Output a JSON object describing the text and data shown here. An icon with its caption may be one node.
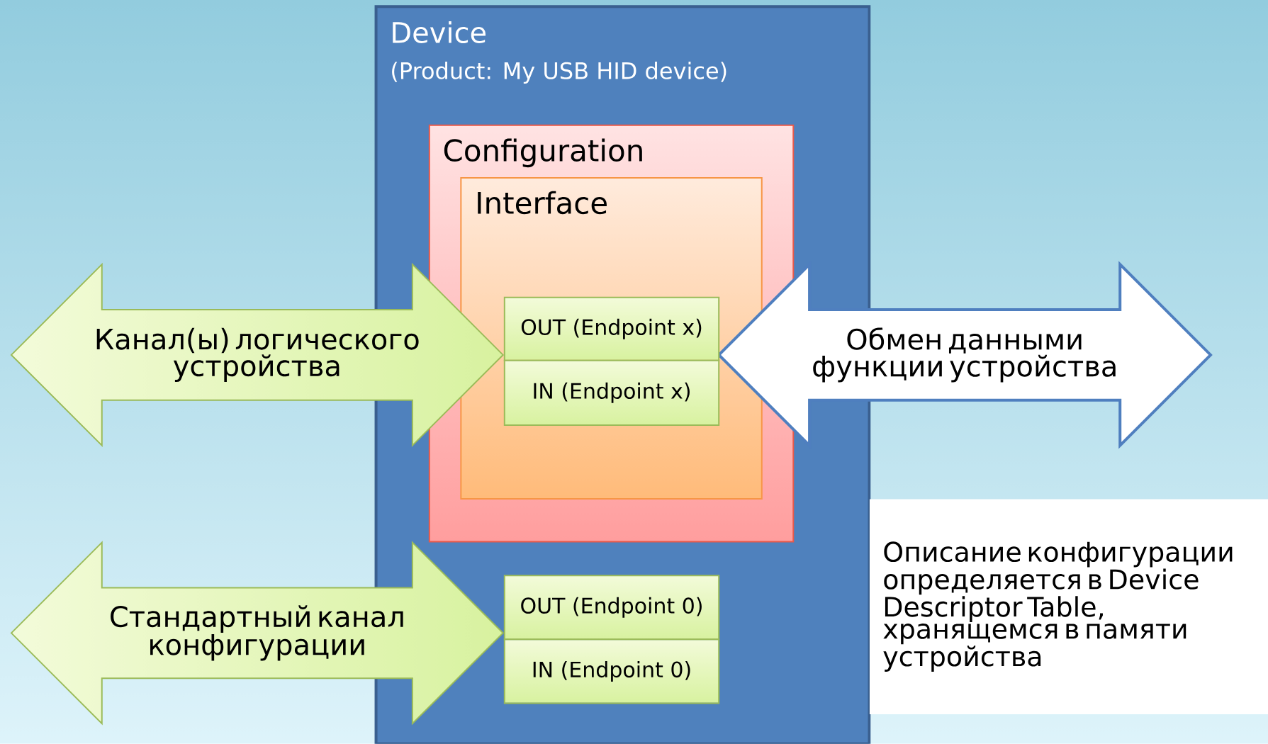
{
  "diagram": {
    "nodes": [
      {
        "text": [
          "Device",
          "(Product: My USB HID device)"
        ]
      },
      {
        "text": [
          "Configuration"
        ],
        "in": 0
      },
      {
        "text": [
          "Interface"
        ],
        "in": 1
      },
      {
        "text": [
          "OUT (Endpoint x)"
        ],
        "in": 2
      },
      {
        "text": [
          "IN (Endpoint x)"
        ],
        "in": 2
      },
      {
        "text": [
          "OUT (Endpoint 0)"
        ],
        "in": 0
      },
      {
        "text": [
          "IN (Endpoint 0)"
        ],
        "in": 0
      },
      {
        "text": [
          "Канал(ы) логического устройства"
        ]
      },
      {
        "text": [
          "Обмен данными функции устройства"
        ]
      },
      {
        "text": [
          "Стандартный канал конфигурации"
        ]
      },
      {
        "text": [
          "Описание конфигурации определяется в Device Descriptor Table, хранящемся в памяти устройства"
        ]
      }
    ]
  }
}
